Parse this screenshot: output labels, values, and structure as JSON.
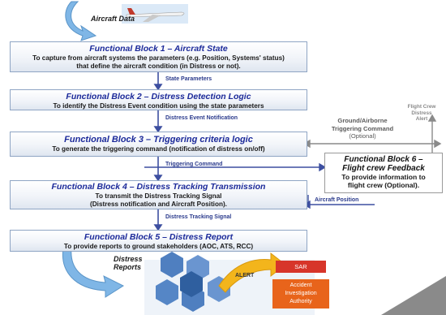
{
  "header": {
    "aircraft_data_label": "Aircraft Data"
  },
  "blocks": [
    {
      "title": "Functional Block 1 – Aircraft State",
      "desc_lines": [
        "To capture from aircraft systems the parameters (e.g. Position, Systems' status)",
        "that define the aircraft condition (in Distress or not)."
      ]
    },
    {
      "title": "Functional Block 2 – Distress Detection Logic",
      "desc_lines": [
        "To identify the Distress Event condition using the state parameters"
      ]
    },
    {
      "title": "Functional Block 3 – Triggering criteria logic",
      "desc_lines": [
        "To generate the triggering command (notification of distress on/off)"
      ]
    },
    {
      "title": "Functional Block 4 – Distress Tracking Transmission",
      "desc_lines": [
        "To transmit the Distress Tracking Signal",
        "(Distress notification and Aircraft Position)."
      ]
    },
    {
      "title": "Functional Block 5 – Distress Report",
      "desc_lines": [
        "To provide reports to ground stakeholders (AOC, ATS, RCC)"
      ]
    }
  ],
  "block6": {
    "title_lines": [
      "Functional Block 6 –",
      "Flight crew Feedback"
    ],
    "desc_lines": [
      "To provide information to",
      "flight crew (Optional)."
    ]
  },
  "connectors": {
    "c1": "State Parameters",
    "c2": "Distress Event Notification",
    "c3": "Triggering Command",
    "c4": "Distress Tracking Signal"
  },
  "side_labels": {
    "ground_airborne": [
      "Ground/Airborne",
      "Triggering Command",
      "(Optional)"
    ],
    "flight_crew_alert": [
      "Flight Crew",
      "Distress",
      "Alert"
    ],
    "aircraft_position": "Aircraft Position"
  },
  "footer": {
    "distress_reports_label": [
      "Distress",
      "Reports"
    ],
    "alert_label": "ALERT",
    "sar_label": "SAR",
    "accident_lines": [
      "Accident",
      "Investigation",
      "Authority"
    ]
  },
  "colors": {
    "block_title": "#1c2a9a",
    "big_arrow": "#7fb6e6",
    "orange_arrow": "#f3b51c",
    "sar_box": "#d7352a",
    "accident_box": "#e8641b"
  }
}
